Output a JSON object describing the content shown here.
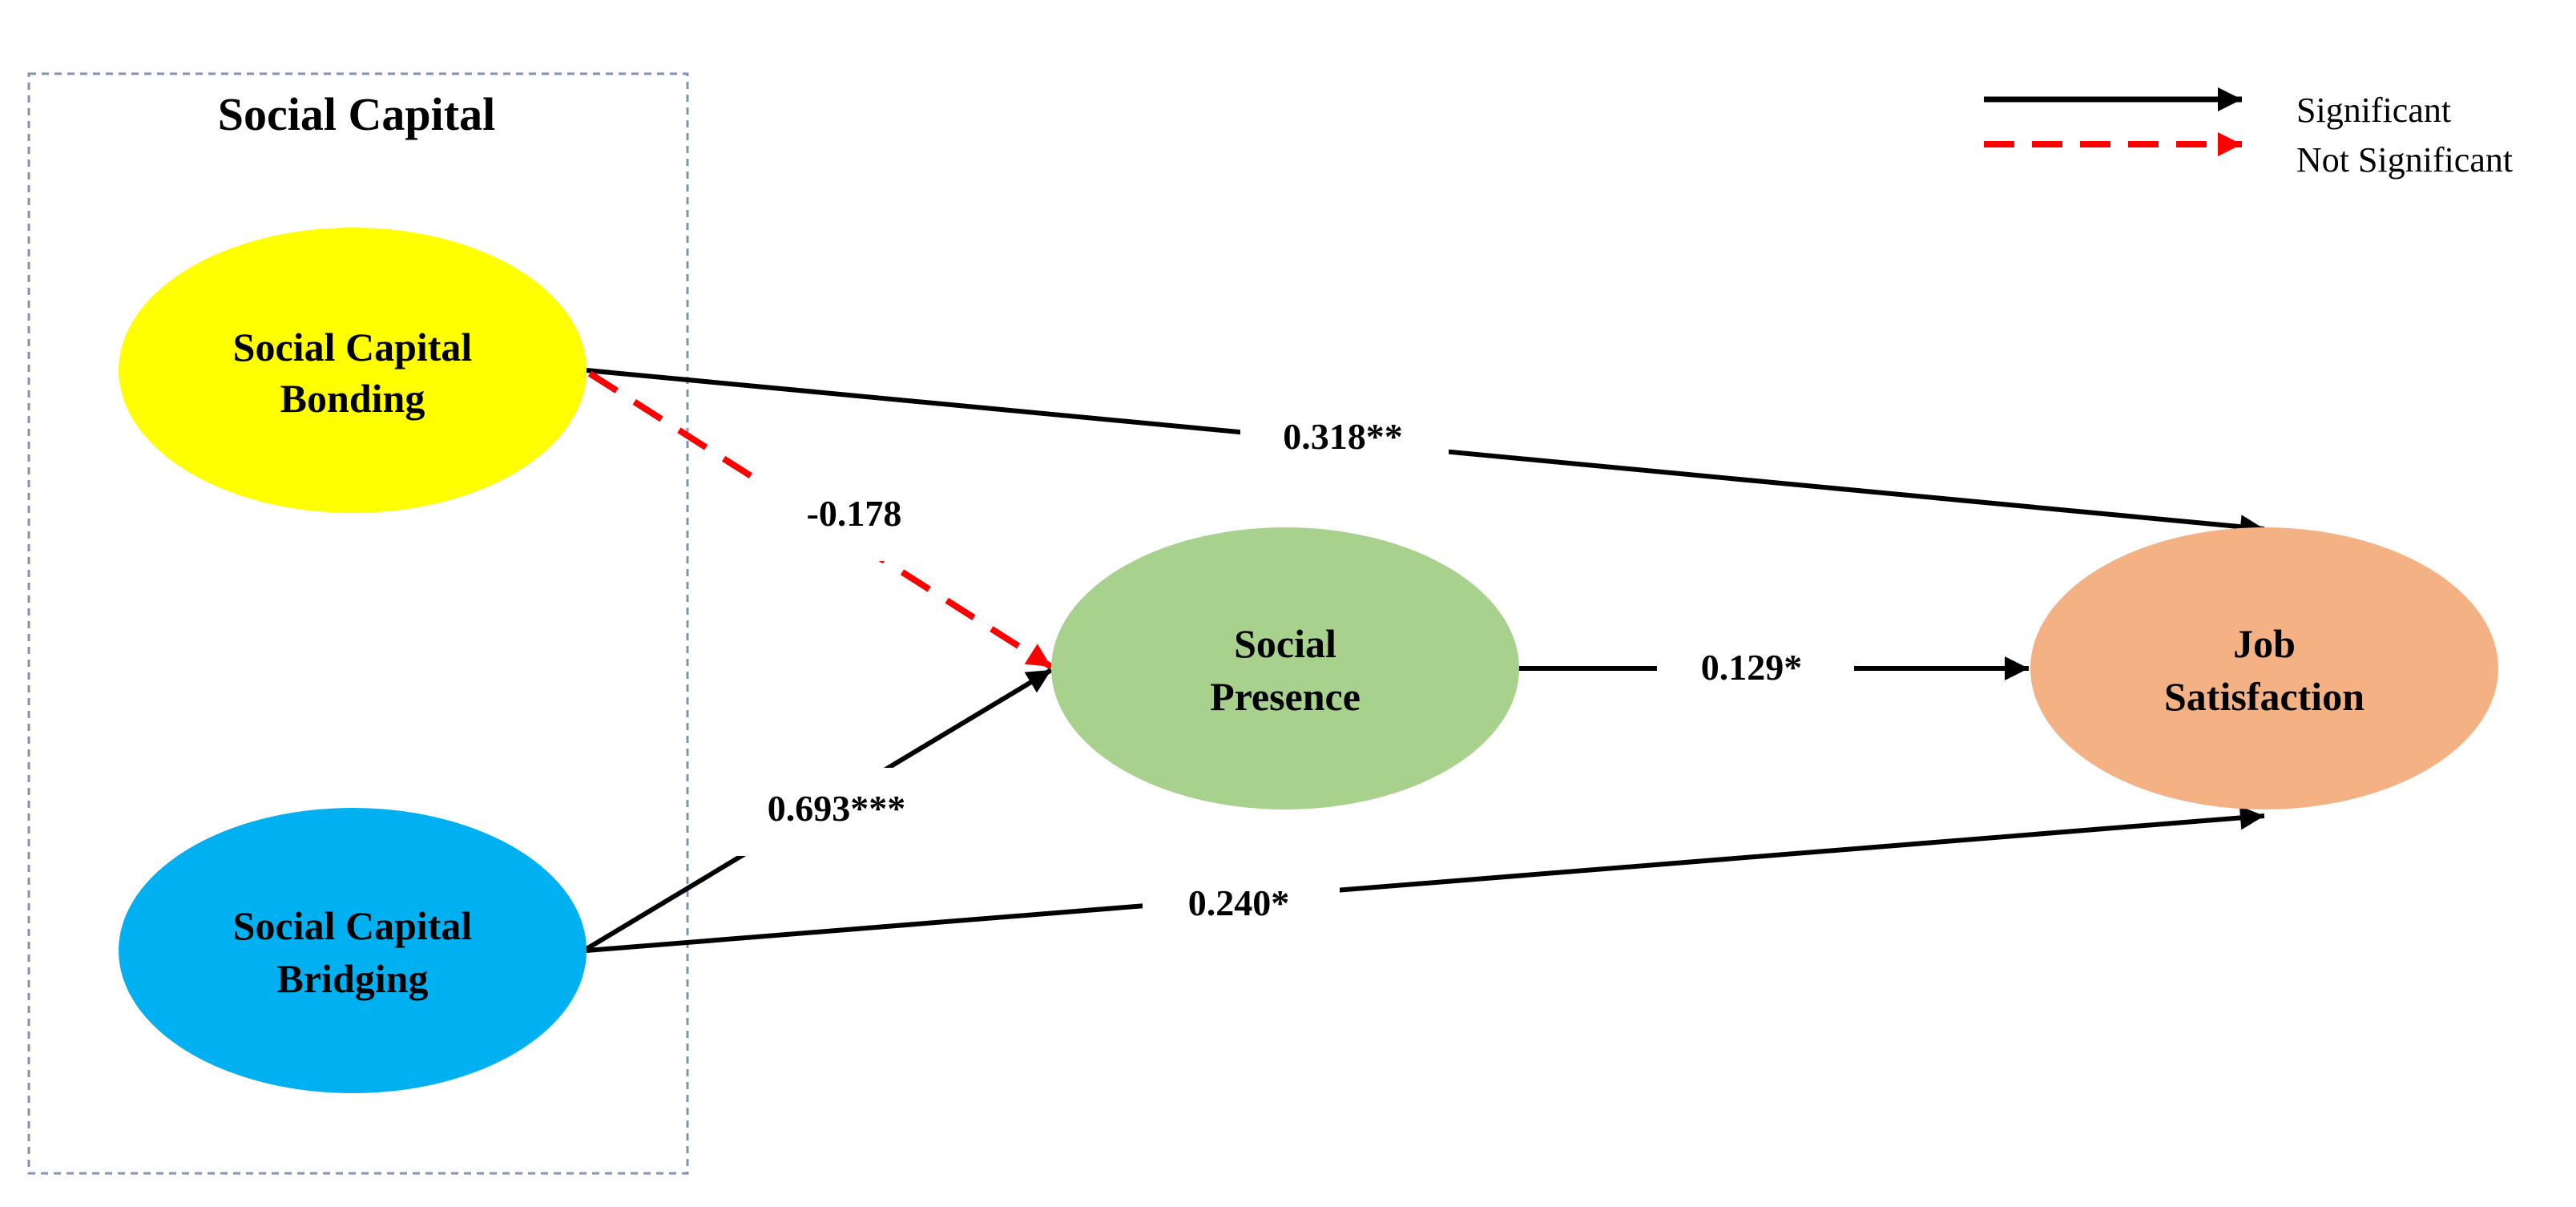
{
  "group": {
    "title": "Social Capital"
  },
  "nodes": {
    "bonding": {
      "line1": "Social Capital",
      "line2": "Bonding",
      "color": "#FFFF00"
    },
    "bridging": {
      "line1": "Social Capital",
      "line2": "Bridging",
      "color": "#00B0F0"
    },
    "presence": {
      "line1": "Social",
      "line2": "Presence",
      "color": "#A9D18E"
    },
    "satisfaction": {
      "line1": "Job",
      "line2": "Satisfaction",
      "color": "#F4B183"
    }
  },
  "edges": {
    "bonding_to_satisfaction": {
      "label": "0.318**",
      "significant": true
    },
    "bonding_to_presence": {
      "label": "-0.178",
      "significant": false
    },
    "bridging_to_presence": {
      "label": "0.693***",
      "significant": true
    },
    "presence_to_satisfaction": {
      "label": "0.129*",
      "significant": true
    },
    "bridging_to_satisfaction": {
      "label": "0.240*",
      "significant": true
    }
  },
  "legend": {
    "significant": "Significant",
    "not_significant": "Not Significant",
    "significant_color": "#000000",
    "not_significant_color": "#FF0000"
  }
}
